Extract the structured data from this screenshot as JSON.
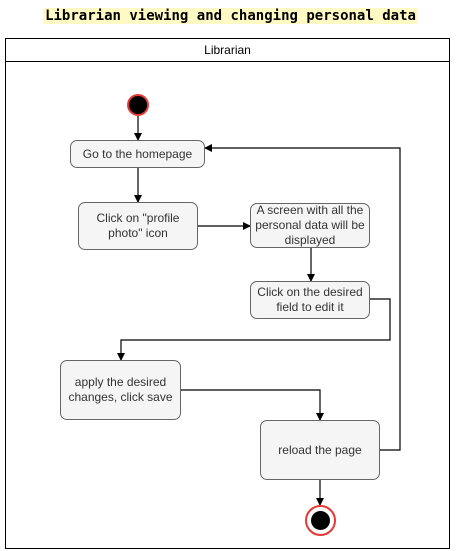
{
  "diagram": {
    "title": "Librarian viewing and changing personal data",
    "swimlane": "Librarian",
    "nodes": {
      "homepage": "Go to the homepage",
      "profile_photo": "Click on \"profile photo\" icon",
      "screen_displayed": "A screen with all the personal data will be displayed",
      "click_field": "Click on the desired field to edit it",
      "apply_changes": "apply the desired changes, click save",
      "reload": "reload the page"
    }
  }
}
